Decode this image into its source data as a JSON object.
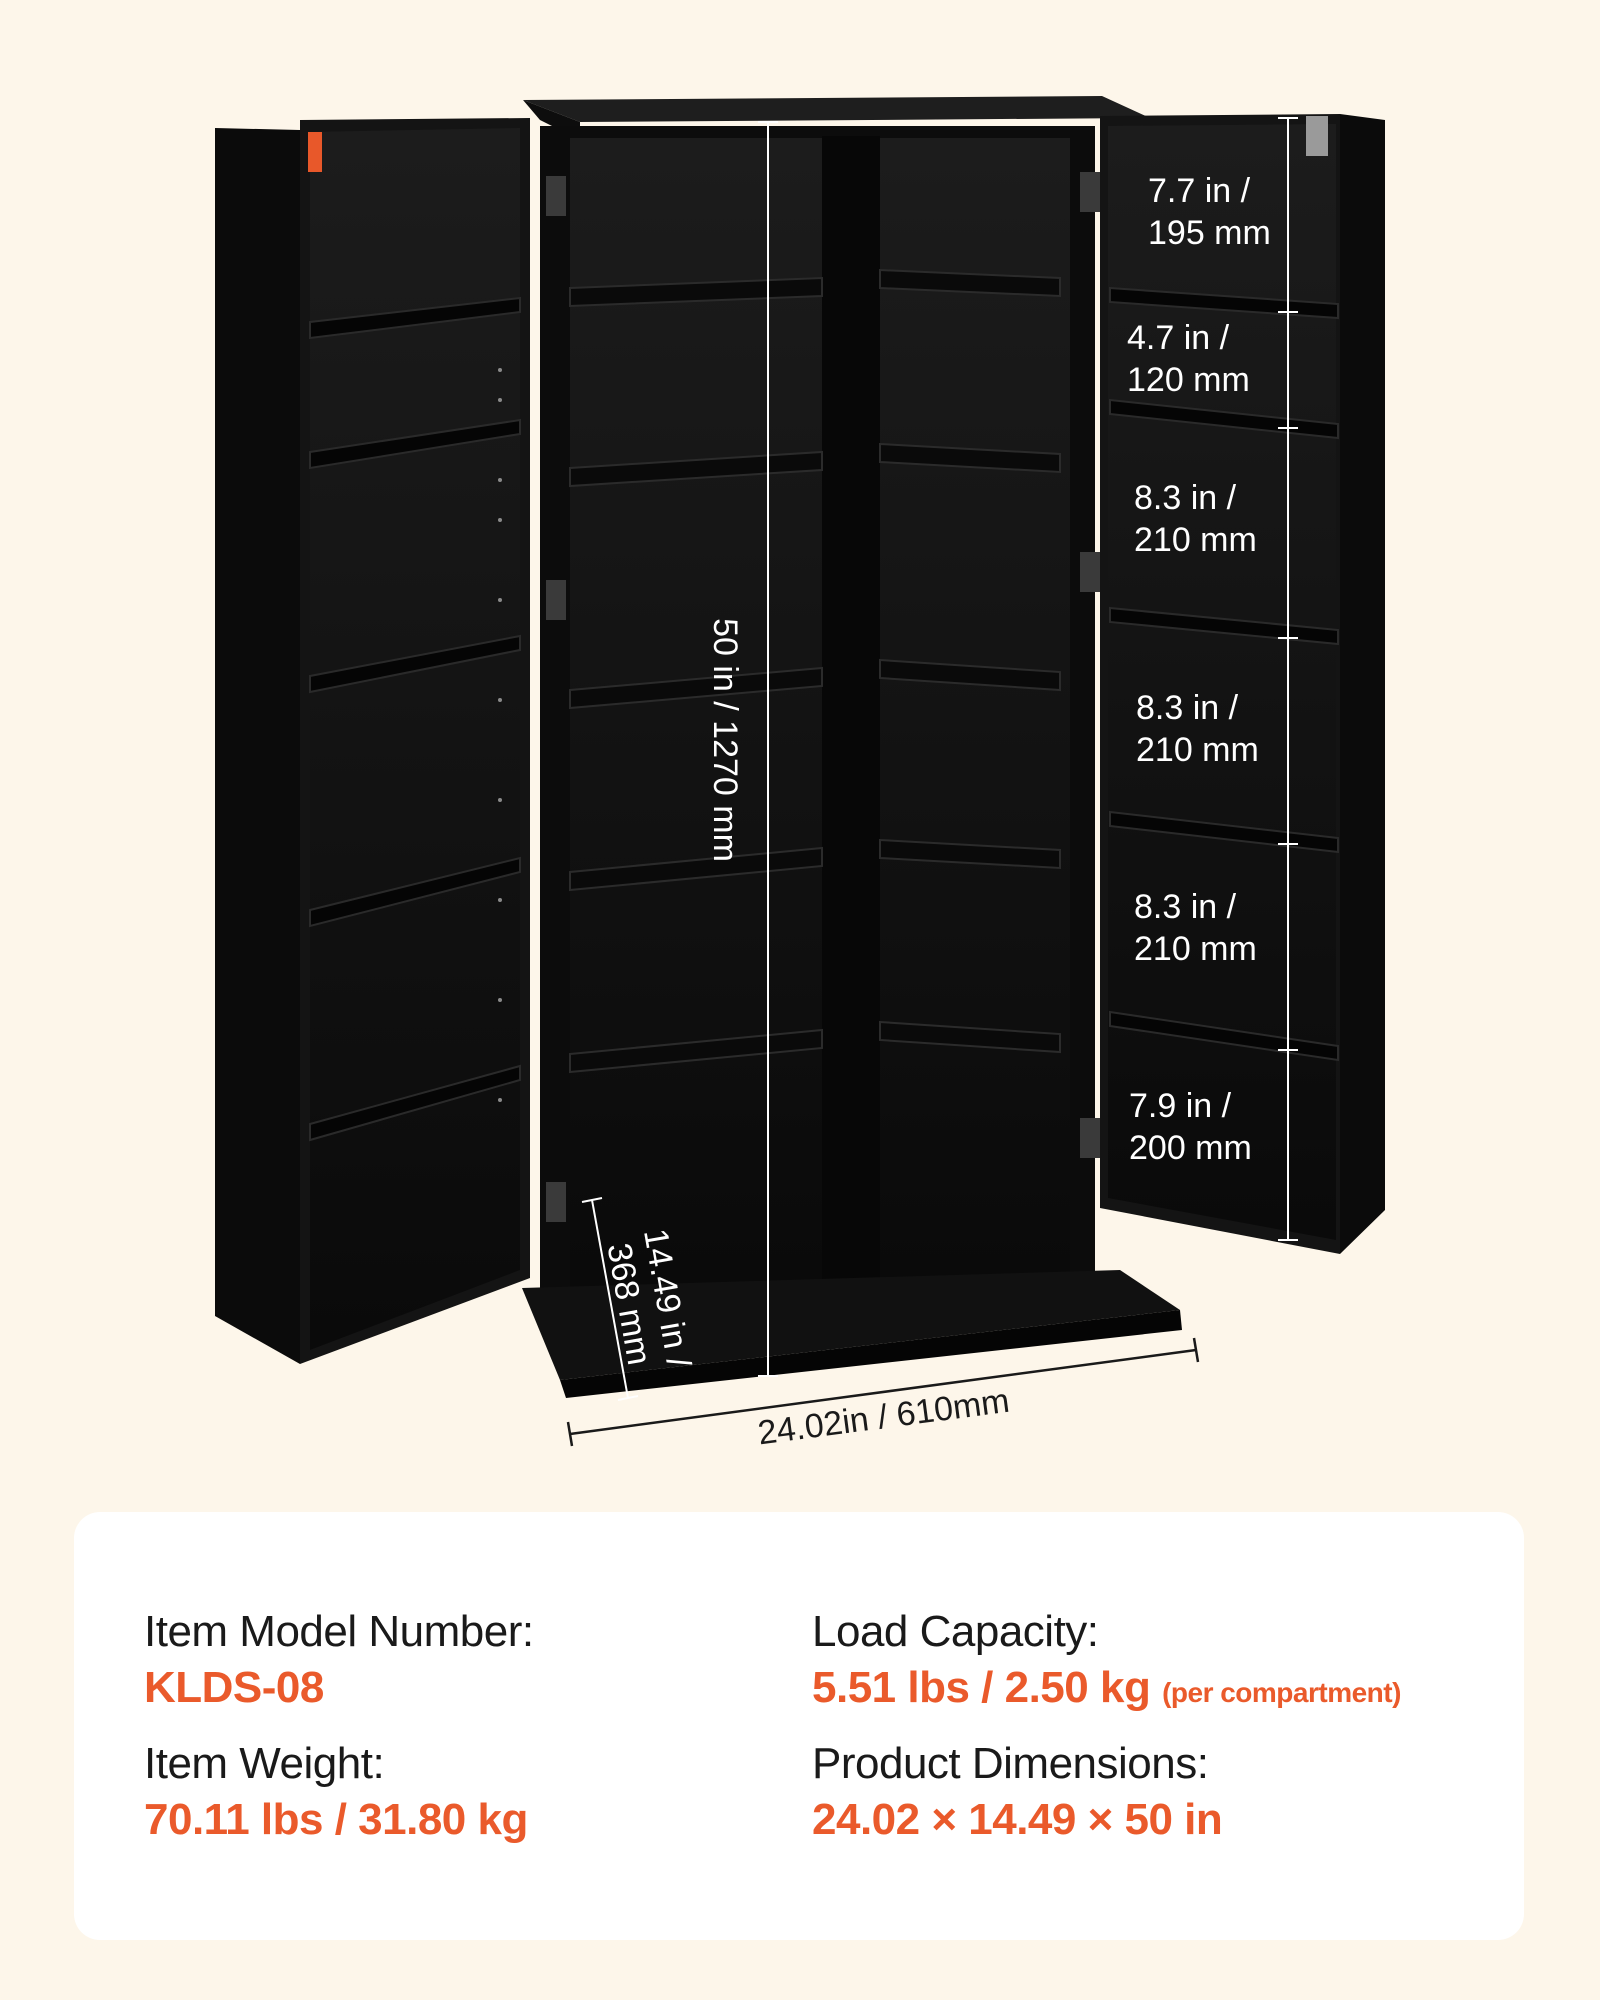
{
  "colors": {
    "background": "#fdf6ea",
    "card": "#ffffff",
    "accent": "#ea5a2b",
    "cabinet": "#111111"
  },
  "figure": {
    "height_label": "50 in / 1270 mm",
    "depth_label_line1": "14.49 in /",
    "depth_label_line2": "368 mm",
    "width_label": "24.02in / 610mm",
    "compartments": [
      {
        "line1": "7.7 in /",
        "line2": "195 mm"
      },
      {
        "line1": "4.7 in /",
        "line2": "120 mm"
      },
      {
        "line1": "8.3 in /",
        "line2": "210 mm"
      },
      {
        "line1": "8.3 in /",
        "line2": "210 mm"
      },
      {
        "line1": "8.3 in /",
        "line2": "210 mm"
      },
      {
        "line1": "7.9 in /",
        "line2": "200 mm"
      }
    ]
  },
  "specs": {
    "model_label": "Item Model Number:",
    "model_value": "KLDS-08",
    "weight_label": "Item Weight:",
    "weight_value": "70.11 lbs / 31.80 kg",
    "load_label": "Load Capacity:",
    "load_value": "5.51 lbs / 2.50 kg",
    "load_note": "(per compartment)",
    "dimensions_label": "Product Dimensions:",
    "dimensions_value": "24.02 × 14.49 × 50 in"
  }
}
